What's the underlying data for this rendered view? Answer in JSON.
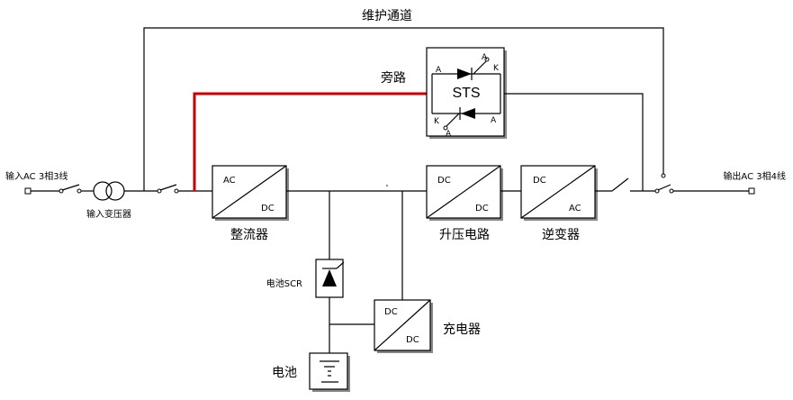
{
  "title": "维护通道",
  "bypass_label": "旁路",
  "input_label": "输入AC  3相3线",
  "output_label": "输出AC  3相4线",
  "transformer_label": "输入变压器",
  "rectifier": {
    "label": "整流器",
    "in": "AC",
    "out": "DC"
  },
  "boost": {
    "label": "升压电路",
    "in": "DC",
    "out": "DC"
  },
  "inverter": {
    "label": "逆变器",
    "in": "DC",
    "out": "AC"
  },
  "charger": {
    "label": "充电器",
    "in": "DC",
    "out": "DC"
  },
  "battery_scr_label": "电池SCR",
  "battery_label": "电池",
  "sts": {
    "label": "STS",
    "anode": "A",
    "cathode": "K"
  },
  "colors": {
    "bypass_line": "#cc0000",
    "wire": "#000000"
  }
}
